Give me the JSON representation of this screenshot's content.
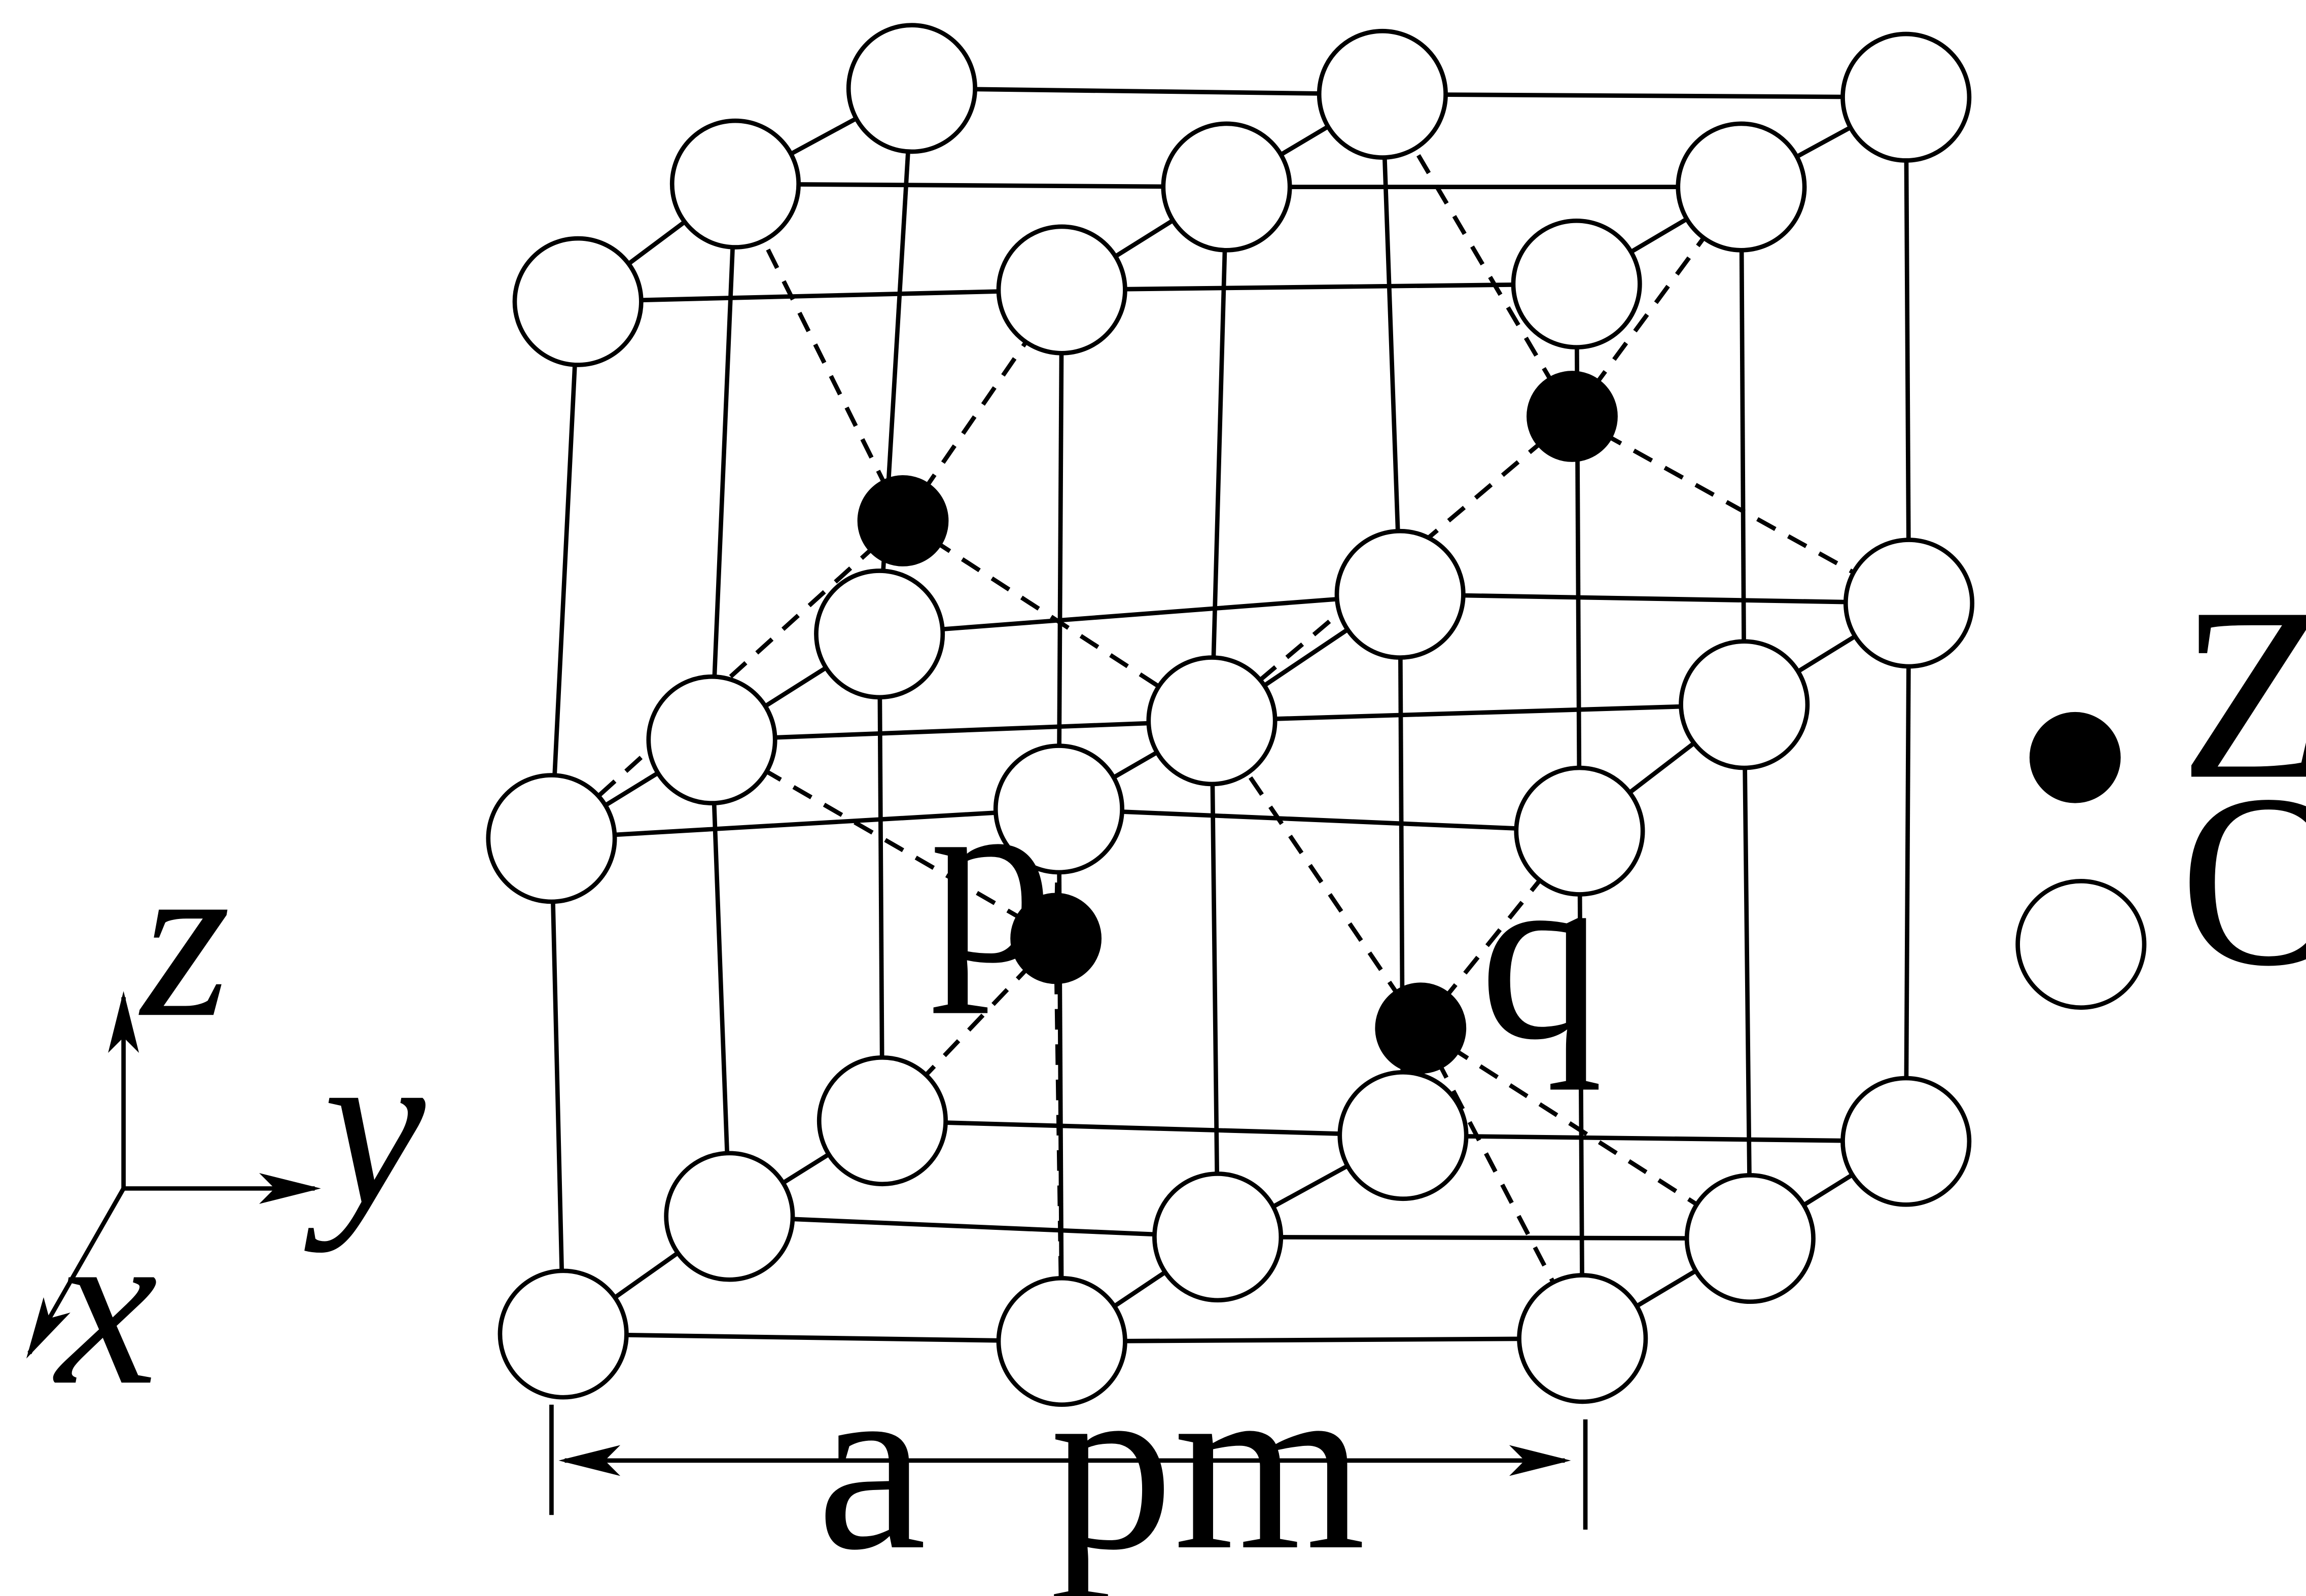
{
  "diagram": {
    "title": "",
    "legend": {
      "zr": {
        "label": "Zr",
        "fill": "#000000"
      },
      "o": {
        "label": "O",
        "fill": "#ffffff"
      }
    },
    "site_labels": {
      "p": "p",
      "q": "q"
    },
    "dimension": {
      "label": "a  pm"
    },
    "axes": {
      "x": "x",
      "y": "y",
      "z": "z"
    },
    "colors": {
      "stroke": "#000000",
      "background": "#ffffff"
    }
  }
}
